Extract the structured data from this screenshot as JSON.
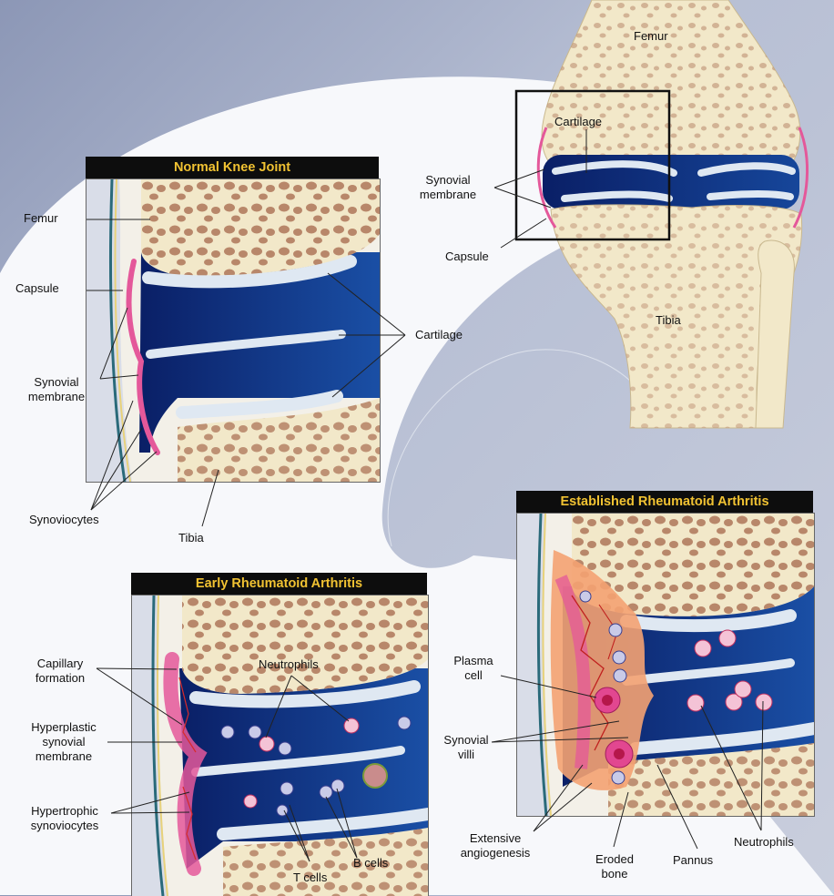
{
  "overview": {
    "femur": "Femur",
    "cartilage": "Cartilage",
    "synovial": "Synovial",
    "membrane": "membrane",
    "capsule": "Capsule",
    "tibia": "Tibia"
  },
  "normal": {
    "title": "Normal Knee Joint",
    "femur": "Femur",
    "capsule": "Capsule",
    "synovial": "Synovial",
    "membrane": "membrane",
    "cartilage": "Cartilage",
    "synoviocytes": "Synoviocytes",
    "tibia": "Tibia"
  },
  "early": {
    "title": "Early Rheumatoid Arthritis",
    "capillary": "Capillary",
    "formation": "formation",
    "neutrophils": "Neutrophils",
    "hyperplastic1": "Hyperplastic",
    "hyperplastic2": "synovial",
    "hyperplastic3": "membrane",
    "hypertrophic1": "Hypertrophic",
    "hypertrophic2": "synoviocytes",
    "tcells": "T cells",
    "bcells": "B cells"
  },
  "established": {
    "title": "Established Rheumatoid Arthritis",
    "plasma1": "Plasma",
    "plasma2": "cell",
    "villi1": "Synovial",
    "villi2": "villi",
    "angio1": "Extensive",
    "angio2": "angiogenesis",
    "eroded1": "Eroded",
    "eroded2": "bone",
    "pannus": "Pannus",
    "neutrophils": "Neutrophils"
  },
  "colors": {
    "bone": "#f2e8c9",
    "marrow": "#b8876a",
    "fluid": "#0f2a7a",
    "cartilage": "#dfe8f2",
    "synovium": "#e4589a",
    "pannus": "#f4a272",
    "banner_text": "#f1c232"
  }
}
